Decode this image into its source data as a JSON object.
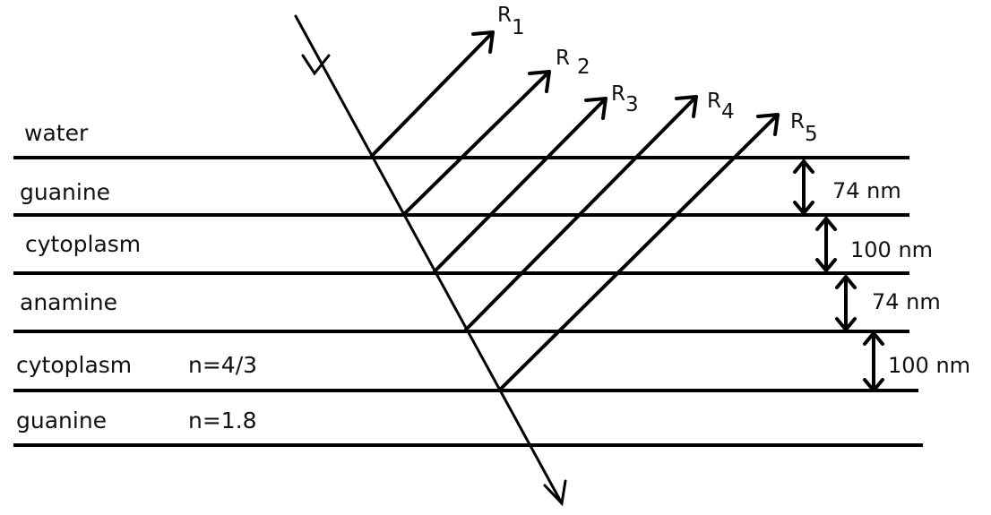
{
  "diagram": {
    "layers": [
      {
        "name": "water",
        "index": ""
      },
      {
        "name": "guanine",
        "index": ""
      },
      {
        "name": "cytoplasm",
        "index": ""
      },
      {
        "name": "anamine",
        "index": ""
      },
      {
        "name": "cytoplasm",
        "index": "n=4/3"
      },
      {
        "name": "guanine",
        "index": "n=1.8"
      }
    ],
    "thicknesses": [
      "74 nm",
      "100 nm",
      "74 nm",
      "100 nm"
    ],
    "reflected_rays": [
      {
        "letter": "R",
        "sub": "1"
      },
      {
        "letter": "R",
        "sub": "2"
      },
      {
        "letter": "R",
        "sub": "3"
      },
      {
        "letter": "R",
        "sub": "4"
      },
      {
        "letter": "R",
        "sub": "5"
      }
    ],
    "line_color": "#000000"
  }
}
